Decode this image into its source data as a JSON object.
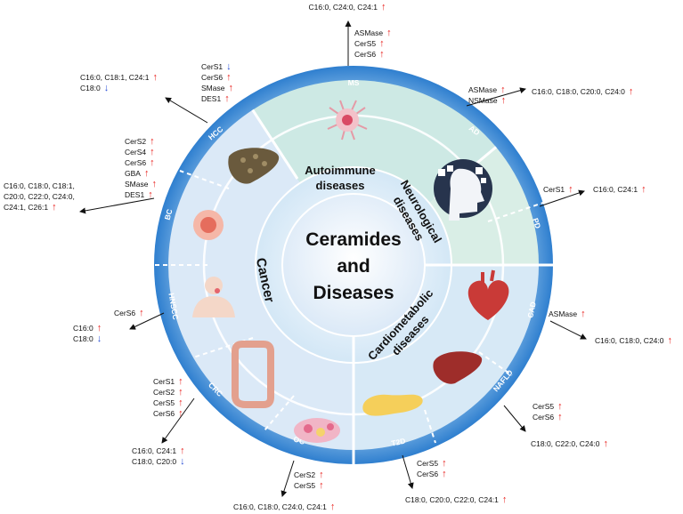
{
  "center": {
    "line1": "Ceramides",
    "line2": "and",
    "line3": "Diseases"
  },
  "categories": {
    "autoimmune": {
      "line1": "Autoimmune",
      "line2": "diseases"
    },
    "neurological": {
      "line1": "Neurological",
      "line2": "diseases"
    },
    "cardiometabolic": {
      "line1": "Cardiometabolic",
      "line2": "diseases"
    },
    "cancer": {
      "line1": "Cancer"
    }
  },
  "diseases": {
    "ms": "MS",
    "ad": "AD",
    "pd": "PD",
    "cad": "CAD",
    "nafld": "NAFLD",
    "t2d": "T2D",
    "oc": "OC",
    "crc": "CRC",
    "hnscc": "HNSCC",
    "bc": "BC",
    "hcc": "HCC"
  },
  "annotations": {
    "ms": {
      "enzymes": [
        "ASMase",
        "CerS5",
        "CerS6"
      ],
      "ceramides": [
        "C16:0, C24:0, C24:1"
      ]
    },
    "ad": {
      "enzymes": [
        "ASMase",
        "NSMase"
      ],
      "ceramides": [
        "C16:0, C18:0, C20:0, C24:0"
      ]
    },
    "pd": {
      "enzymes": [
        "CerS1"
      ],
      "ceramides": [
        "C16:0, C24:1"
      ]
    },
    "cad": {
      "enzymes": [
        "ASMase"
      ],
      "ceramides": [
        "C16:0, C18:0, C24:0"
      ]
    },
    "nafld": {
      "enzymes": [
        "CerS5",
        "CerS6"
      ],
      "ceramides": [
        "C18:0, C22:0, C24:0"
      ]
    },
    "t2d": {
      "enzymes": [
        "CerS5",
        "CerS6"
      ],
      "ceramides": [
        "C18:0, C20:0, C22:0, C24:1"
      ]
    },
    "oc": {
      "enzymes": [
        "CerS2",
        "CerS5"
      ],
      "ceramides": [
        "C16:0, C18:0, C24:0, C24:1"
      ]
    },
    "crc": {
      "enzymes": [
        "CerS1",
        "CerS2",
        "CerS5",
        "CerS6"
      ],
      "ceramides": [
        "C16:0, C24:1",
        "C18:0, C20:0"
      ]
    },
    "hnscc": {
      "enzymes": [
        "CerS6"
      ],
      "ceramides": [
        "C16:0",
        "C18:0"
      ]
    },
    "bc": {
      "enzymes": [
        "CerS2",
        "CerS4",
        "CerS6",
        "GBA",
        "SMase",
        "DES1"
      ],
      "ceramides": [
        "C16:0, C18:0, C18:1,",
        "C20:0, C22:0, C24:0,",
        "C24:1, C26:1"
      ]
    },
    "hcc": {
      "enzymes": [
        "CerS1",
        "CerS6",
        "SMase",
        "DES1"
      ],
      "ceramides": [
        "C16:0, C18:1, C24:1",
        "C18:0"
      ]
    }
  },
  "colors": {
    "up": "#e8231f",
    "down": "#2a4fd6",
    "ring": "#3e8fd8",
    "ring_light": "#8fc1ec",
    "inner": "#c9e6ee"
  },
  "icons": {
    "ms": "immune-cell-icon",
    "ad": "brain-puzzle-head-icon",
    "cad": "heart-icon",
    "nafld": "liver-icon",
    "t2d": "pancreas-icon",
    "oc": "ovary-icon",
    "crc": "colon-icon",
    "hnscc": "head-neck-icon",
    "bc": "breast-cell-icon",
    "hcc": "cirrhotic-liver-icon"
  }
}
